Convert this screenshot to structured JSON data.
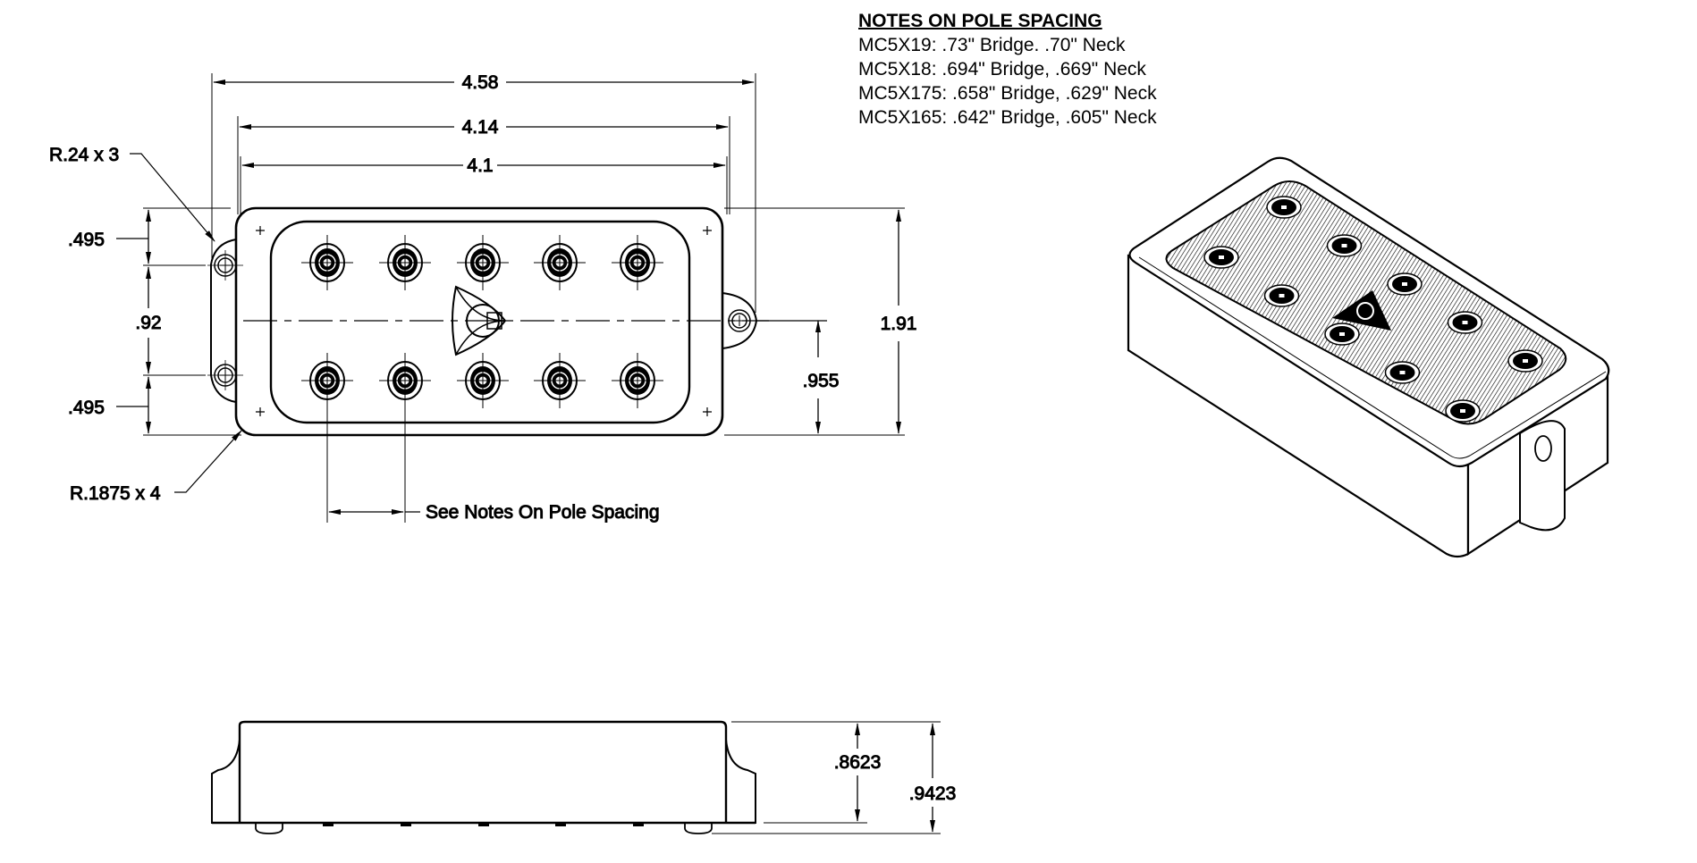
{
  "notes": {
    "title": "NOTES ON POLE SPACING",
    "lines": [
      "MC5X19:  .73\" Bridge. .70\" Neck",
      "MC5X18:  .694\" Bridge, .669\" Neck",
      "MC5X175:  .658\" Bridge, .629\" Neck",
      "MC5X165:  .642\" Bridge, .605\" Neck"
    ]
  },
  "top_view": {
    "dims": {
      "overall_length": "4.58",
      "body_length": "4.14",
      "cover_length": "4.1",
      "tab_radius": "R.24 x 3",
      "corner_radius": "R.1875 x 4",
      "top_offset": ".495",
      "hole_spacing": ".92",
      "bottom_offset": ".495",
      "overall_width": "1.91",
      "half_width": ".955",
      "pole_spacing_note": "See Notes On Pole Spacing"
    },
    "pole_rows": 2,
    "poles_per_row": 5
  },
  "side_view": {
    "dims": {
      "body_height": ".8623",
      "overall_height": ".9423"
    }
  },
  "colors": {
    "line": "#000000",
    "background": "#ffffff"
  }
}
